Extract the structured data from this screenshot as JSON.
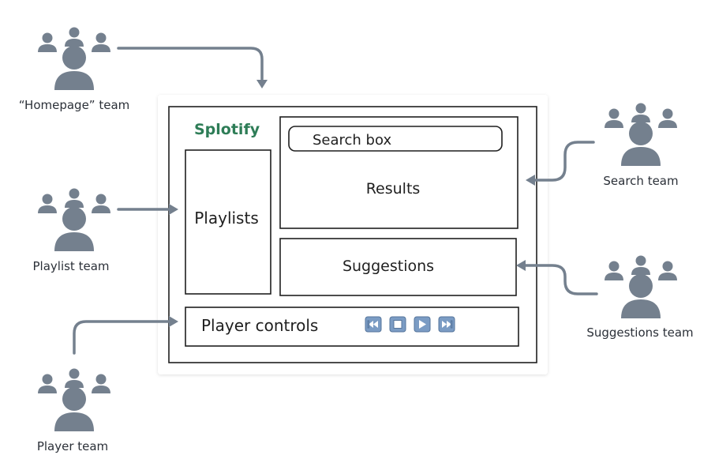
{
  "app": {
    "brand": "Splotify"
  },
  "regions": {
    "search_box": "Search box",
    "results": "Results",
    "playlists": "Playlists",
    "suggestions": "Suggestions",
    "player_controls": "Player controls"
  },
  "teams": {
    "homepage": "“Homepage” team",
    "playlist": "Playlist team",
    "player": "Player team",
    "search": "Search team",
    "suggestions": "Suggestions team"
  },
  "player_buttons": [
    {
      "icon": "skip-back-icon"
    },
    {
      "icon": "stop-icon"
    },
    {
      "icon": "play-icon"
    },
    {
      "icon": "skip-forward-icon"
    }
  ],
  "colors": {
    "people": "#74808e",
    "arrows": "#74808e",
    "brand": "#2e7d57",
    "buttons": "#7b9cc4"
  }
}
